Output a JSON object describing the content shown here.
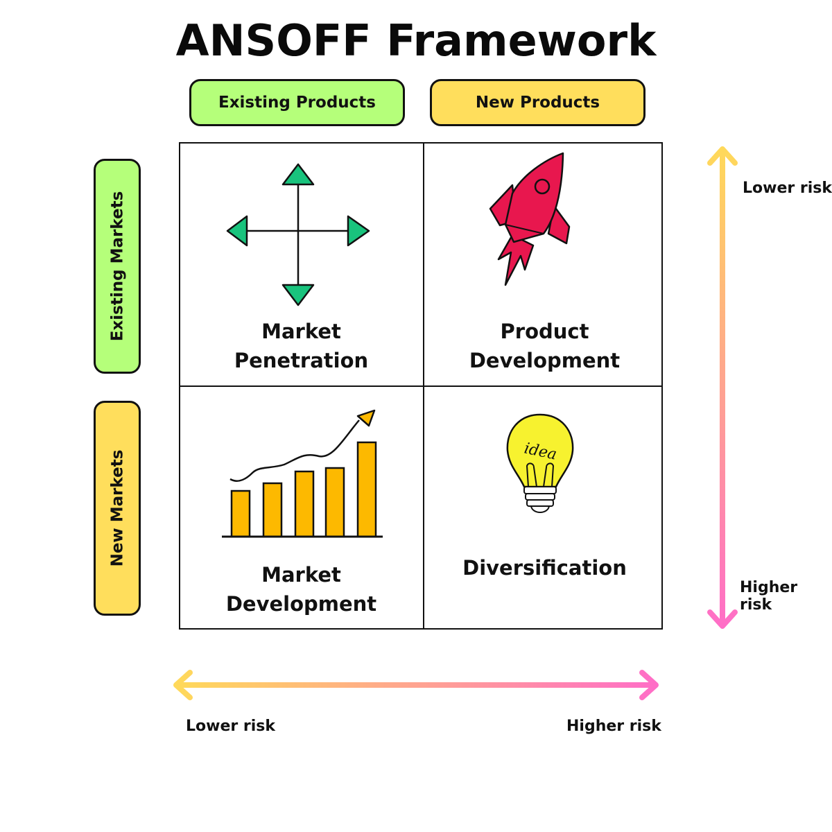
{
  "title": "ANSOFF Framework",
  "columns": [
    {
      "label": "Existing Products",
      "color": "#b5ff7a"
    },
    {
      "label": "New Products",
      "color": "#ffde5c"
    }
  ],
  "rows": [
    {
      "label": "Existing Markets",
      "color": "#b5ff7a"
    },
    {
      "label": "New Markets",
      "color": "#ffde5c"
    }
  ],
  "quadrants": [
    {
      "label": "Market\nPenetration",
      "icon": "four-way-arrows-icon"
    },
    {
      "label": "Product\nDevelopment",
      "icon": "rocket-icon"
    },
    {
      "label": "Market\nDevelopment",
      "icon": "bar-chart-growth-icon"
    },
    {
      "label": "Diversification",
      "icon": "idea-lightbulb-icon",
      "icon_text": "idea"
    }
  ],
  "vertical_risk": {
    "top": "Lower risk",
    "bottom": "Higher risk"
  },
  "horizontal_risk": {
    "left": "Lower risk",
    "right": "Higher risk"
  },
  "colors": {
    "arrow_green": "#19c37d",
    "rocket_red": "#e8174e",
    "bar_orange": "#fdb900",
    "bulb_yellow": "#f7f22f",
    "gradient_start": "#ffd95a",
    "gradient_end": "#ff6ec7"
  }
}
